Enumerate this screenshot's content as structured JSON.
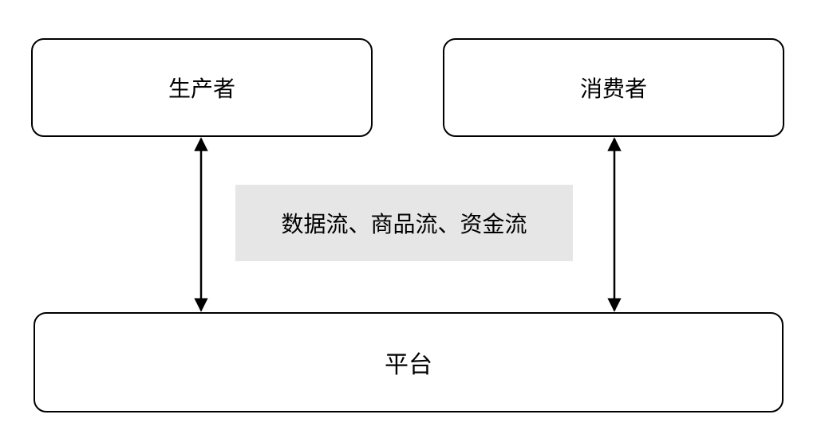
{
  "nodes": {
    "producer": "生产者",
    "consumer": "消费者",
    "platform": "平台"
  },
  "flows_label": "数据流、商品流、资金流",
  "edges": [
    {
      "from": "producer",
      "to": "platform",
      "direction": "bidirectional"
    },
    {
      "from": "consumer",
      "to": "platform",
      "direction": "bidirectional"
    }
  ],
  "colors": {
    "stroke": "#000000",
    "node_fill": "#ffffff",
    "label_fill": "#e6e6e6"
  }
}
